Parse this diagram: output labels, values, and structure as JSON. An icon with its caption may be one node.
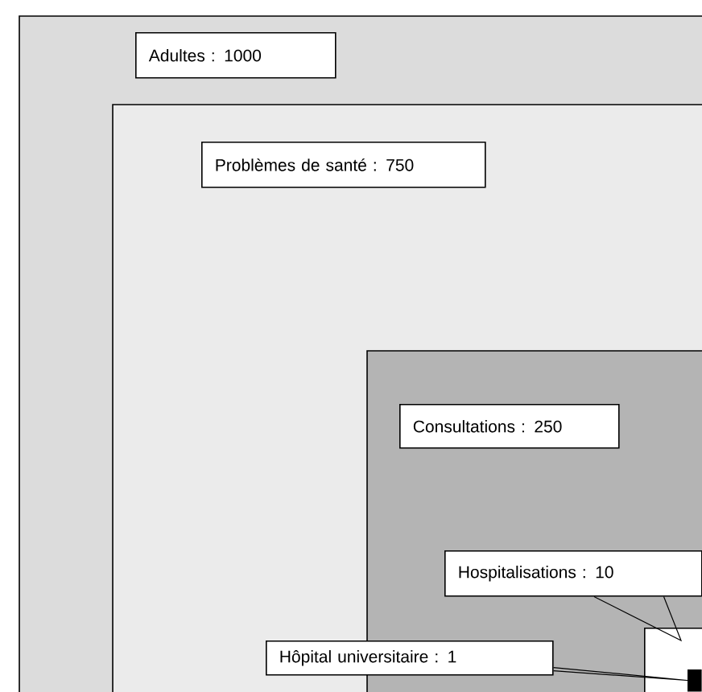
{
  "diagram": {
    "nodes": [
      {
        "text": [
          "Adultes : 1000"
        ]
      },
      {
        "text": [
          "Problèmes de santé : 750"
        ],
        "in": 0
      },
      {
        "text": [
          "Consultations : 250"
        ],
        "in": 1
      },
      {
        "text": [
          "Hospitalisations : 10"
        ],
        "in": 2
      },
      {
        "text": [],
        "shape": "box",
        "in": 2
      },
      {
        "text": [
          "Hôpital universitaire : 1"
        ],
        "in": 1
      },
      {
        "text": [],
        "shape": "box",
        "in": 4
      }
    ],
    "edges": [
      {
        "from": 3,
        "to": 4,
        "arrow": "none"
      },
      {
        "from": 5,
        "to": 6,
        "arrow": "none"
      }
    ]
  }
}
